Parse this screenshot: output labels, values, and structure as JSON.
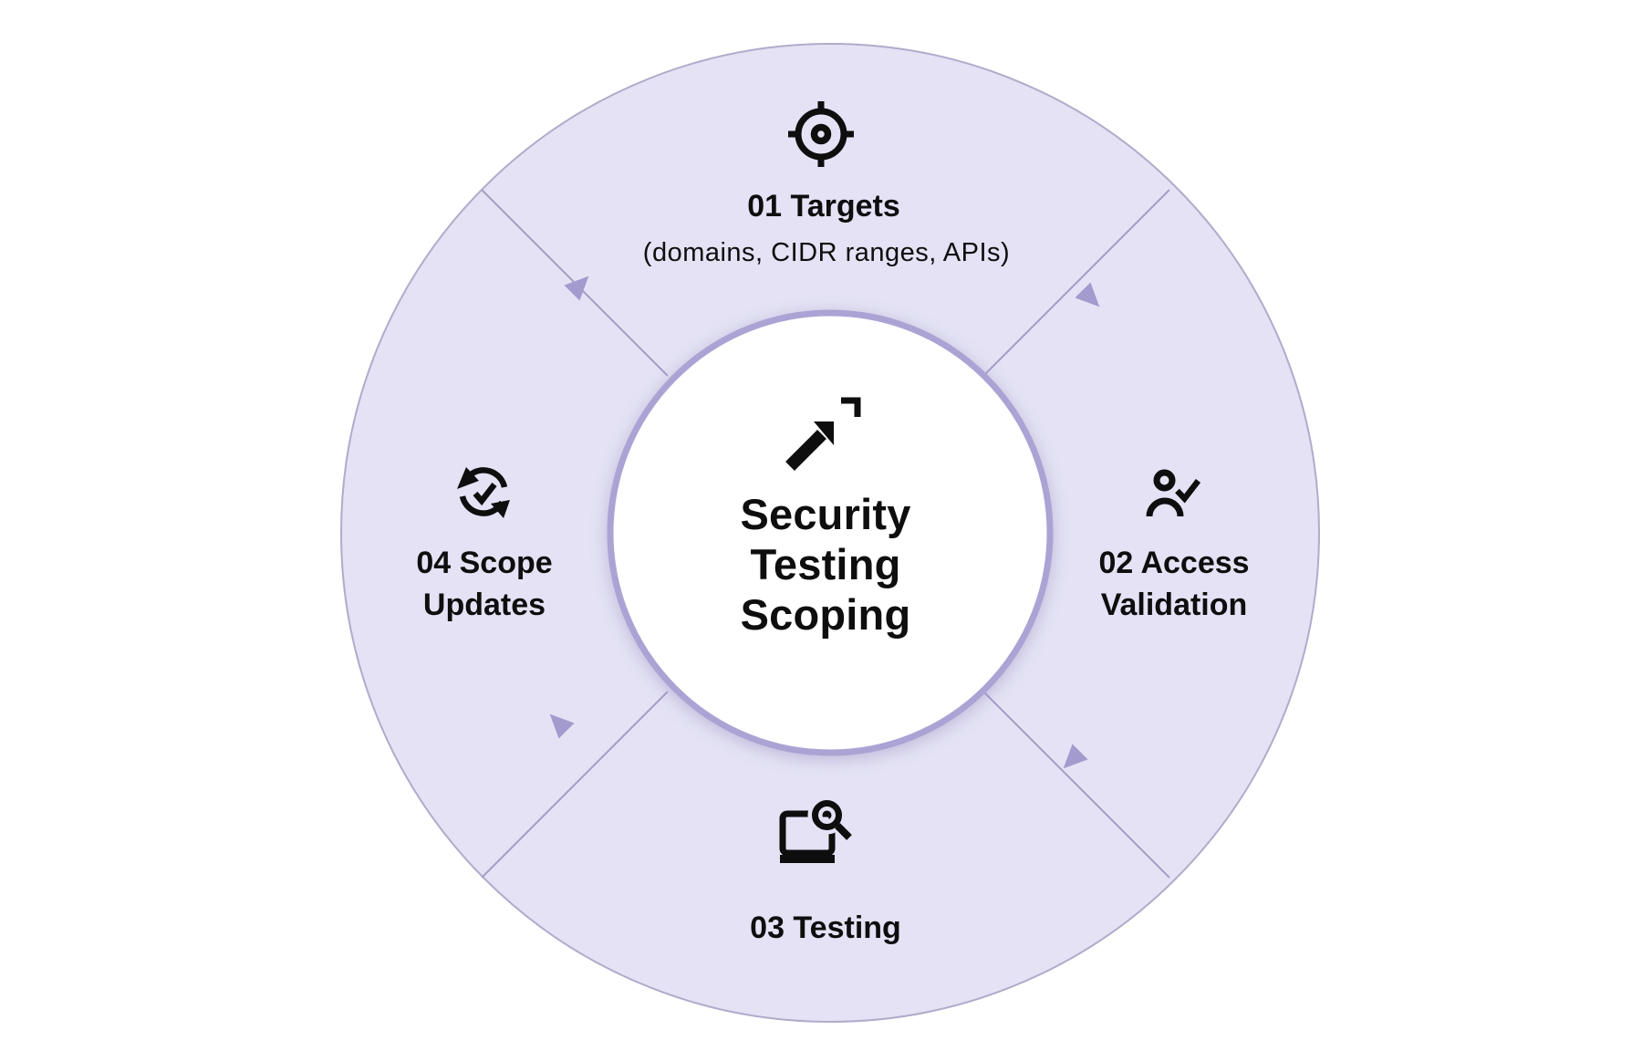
{
  "diagram": {
    "center": {
      "title": "Security\nTesting\nScoping",
      "icon": "arrow-up-right-icon"
    },
    "segments": [
      {
        "id": "01",
        "label": "01 Targets",
        "sublabel": "(domains, CIDR ranges, APIs)",
        "icon": "target-icon",
        "position": "top"
      },
      {
        "id": "02",
        "label": "02 Access\nValidation",
        "icon": "user-check-icon",
        "position": "right"
      },
      {
        "id": "03",
        "label": "03 Testing",
        "icon": "laptop-search-icon",
        "position": "bottom"
      },
      {
        "id": "04",
        "label": "04 Scope\nUpdates",
        "icon": "sync-check-icon",
        "position": "left"
      }
    ],
    "flow": {
      "direction": "clockwise",
      "arrow_count": 4
    },
    "colors": {
      "background": "#ffffff",
      "ring_fill": "#e4e2f4",
      "ring_edge": "#b1abcb",
      "inner_circle_fill": "#ffffff",
      "inner_circle_border": "#aba3d4",
      "divider_line": "#a49cc6",
      "flow_arrow": "#a39bce",
      "icon_and_text": "#0e0e0e"
    }
  }
}
